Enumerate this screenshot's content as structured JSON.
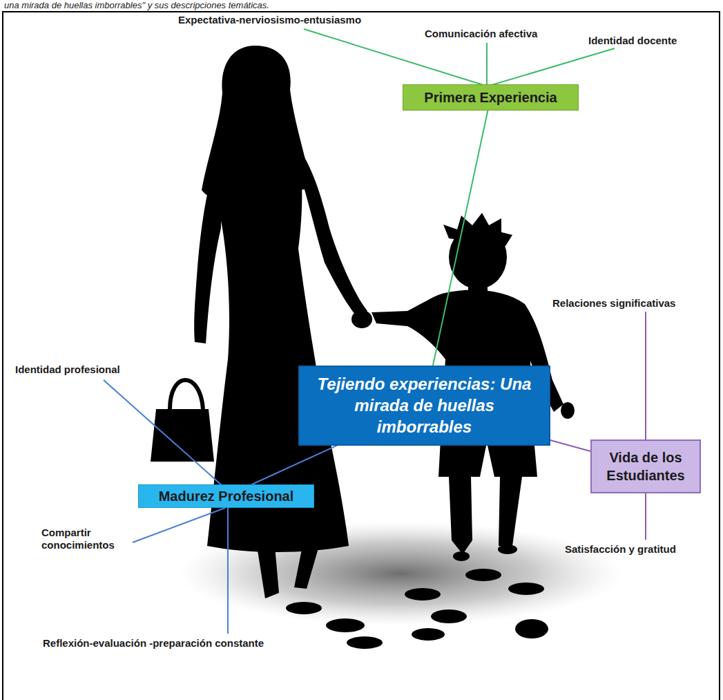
{
  "diagram": {
    "caption": "una mirada de huellas imborrables\" y sus descripciones temáticas.",
    "nodes": [
      {
        "text": [
          "Tejiendo experiencias: Una mirada de huellas imborrables"
        ]
      },
      {
        "text": [
          "Primera Experiencia"
        ]
      },
      {
        "text": [
          "Madurez Profesional"
        ]
      },
      {
        "text": [
          "Vida de los Estudiantes"
        ]
      }
    ],
    "edges": [
      {
        "from": 0,
        "to": 1,
        "arrow": "none"
      },
      {
        "from": 0,
        "to": 2,
        "arrow": "none"
      },
      {
        "from": 0,
        "to": 3,
        "arrow": "none"
      }
    ],
    "labels": [
      "Expectativa-nerviosismo-entusiasmo",
      "Comunicación afectiva",
      "Identidad docente",
      "Relaciones significativas",
      "Identidad profesional",
      "Satisfacción y gratitud",
      "Compartir conocimientos",
      "Reflexión-evaluación -preparación constante"
    ]
  }
}
